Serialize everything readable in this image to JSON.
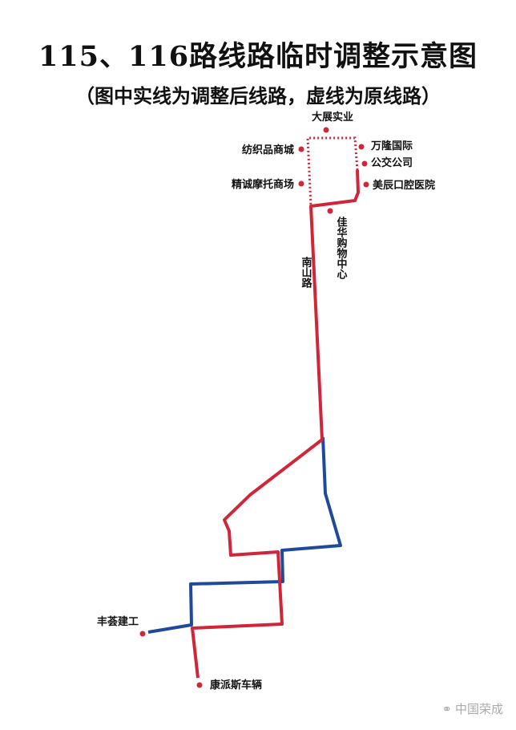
{
  "title": "115、116路线路临时调整示意图",
  "subtitle": "（图中实线为调整后线路，虚线为原线路）",
  "colors": {
    "adjusted_route": "#d0263a",
    "original_route": "#1f4a9c",
    "stop": "#d0263a"
  },
  "stops": {
    "dazhan": "大展实业",
    "fangzhi": "纺织品商城",
    "wanlong": "万隆国际",
    "gongjiao": "公交公司",
    "jingcheng": "精诚摩托商场",
    "meichen": "美辰口腔医院",
    "jiahua": "佳华购物中心",
    "fenghui": "丰荟建工",
    "kangpaisi": "康派斯车辆"
  },
  "roads": {
    "nanshan": "南山路"
  },
  "watermark": "中国荣成"
}
